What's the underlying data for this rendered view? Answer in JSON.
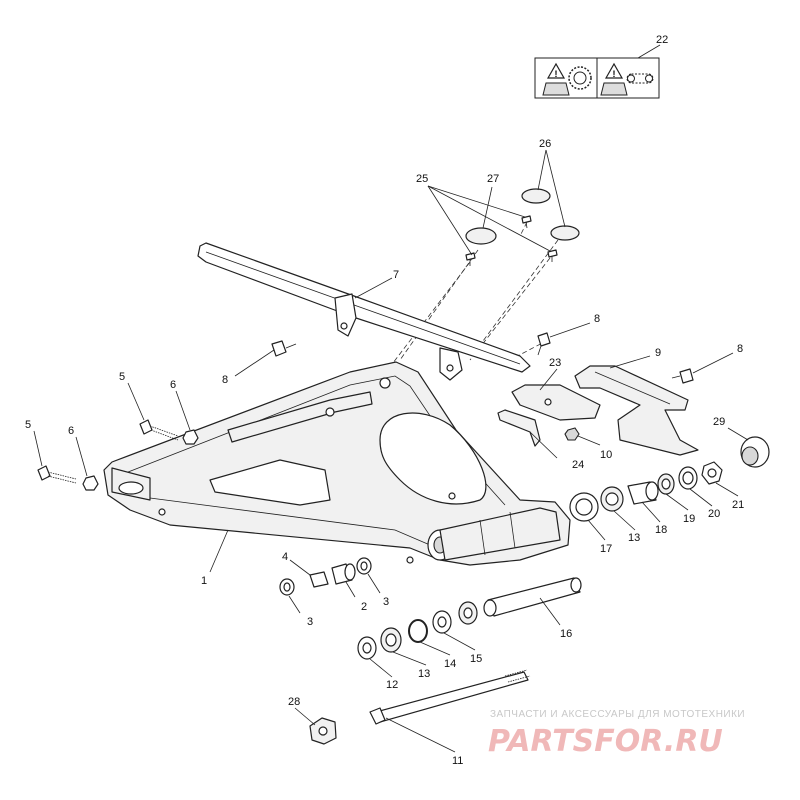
{
  "callouts": [
    {
      "id": "c1",
      "label": "1"
    },
    {
      "id": "c2",
      "label": "2"
    },
    {
      "id": "c3a",
      "label": "3"
    },
    {
      "id": "c3b",
      "label": "3"
    },
    {
      "id": "c4",
      "label": "4"
    },
    {
      "id": "c5a",
      "label": "5"
    },
    {
      "id": "c5b",
      "label": "5"
    },
    {
      "id": "c6a",
      "label": "6"
    },
    {
      "id": "c6b",
      "label": "6"
    },
    {
      "id": "c7",
      "label": "7"
    },
    {
      "id": "c8a",
      "label": "8"
    },
    {
      "id": "c8b",
      "label": "8"
    },
    {
      "id": "c8c",
      "label": "8"
    },
    {
      "id": "c9",
      "label": "9"
    },
    {
      "id": "c10",
      "label": "10"
    },
    {
      "id": "c11",
      "label": "11"
    },
    {
      "id": "c12",
      "label": "12"
    },
    {
      "id": "c13a",
      "label": "13"
    },
    {
      "id": "c13b",
      "label": "13"
    },
    {
      "id": "c14",
      "label": "14"
    },
    {
      "id": "c15",
      "label": "15"
    },
    {
      "id": "c16",
      "label": "16"
    },
    {
      "id": "c17",
      "label": "17"
    },
    {
      "id": "c18",
      "label": "18"
    },
    {
      "id": "c19",
      "label": "19"
    },
    {
      "id": "c20",
      "label": "20"
    },
    {
      "id": "c21",
      "label": "21"
    },
    {
      "id": "c22",
      "label": "22"
    },
    {
      "id": "c23",
      "label": "23"
    },
    {
      "id": "c24",
      "label": "24"
    },
    {
      "id": "c25",
      "label": "25"
    },
    {
      "id": "c26",
      "label": "26"
    },
    {
      "id": "c27",
      "label": "27"
    },
    {
      "id": "c28",
      "label": "28"
    },
    {
      "id": "c29",
      "label": "29"
    }
  ],
  "watermark": {
    "tagline": "ЗАПЧАСТИ И АКСЕССУАРЫ ДЛЯ МОТОТЕХНИКИ",
    "brand": "PARTSFOR.RU"
  },
  "icons": {
    "warning_kit_1": "warning-sprocket-icon",
    "warning_kit_2": "warning-chain-icon"
  }
}
